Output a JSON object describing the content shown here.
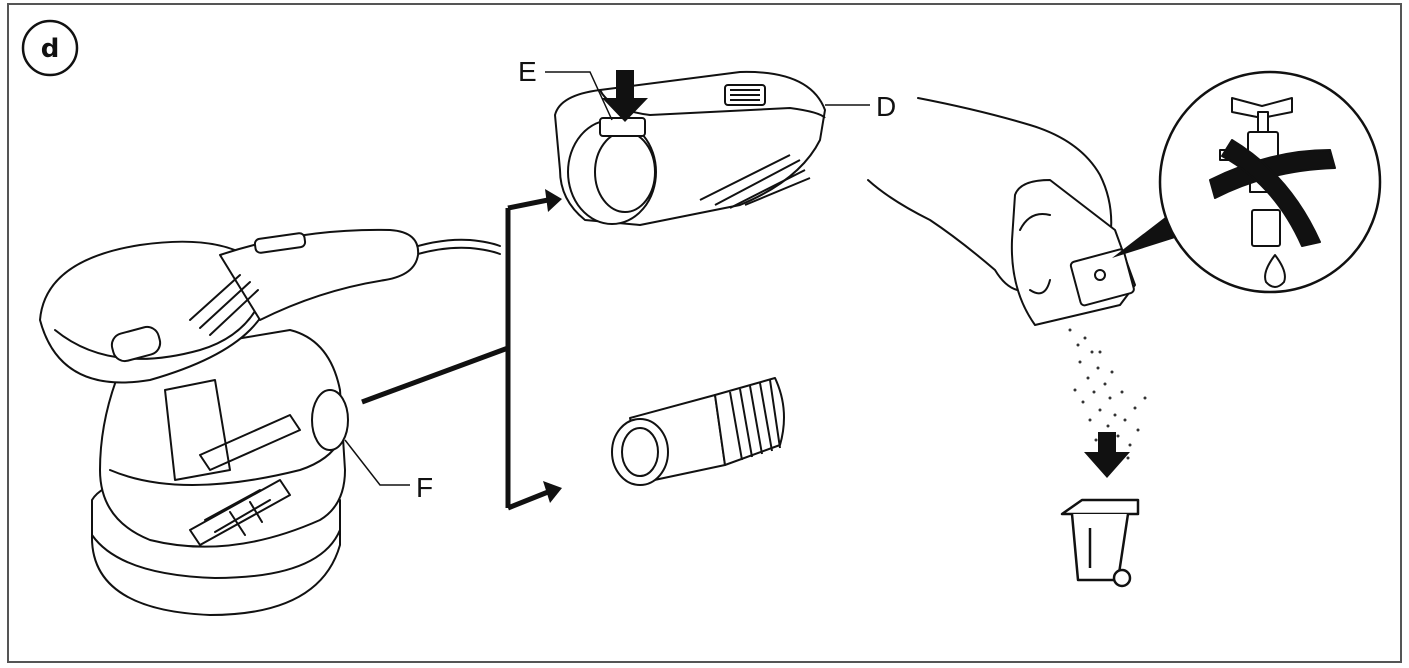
{
  "figure": {
    "step_badge": "d",
    "labels": {
      "E": "E",
      "D": "D",
      "F": "F"
    },
    "icons": {
      "no_water": "crossed-out-tap-icon",
      "waste_bin": "wheelie-bin-icon",
      "push_down": "down-arrow-icon"
    },
    "colors": {
      "line": "#111111",
      "background": "#ffffff",
      "frame": "#555555"
    }
  }
}
